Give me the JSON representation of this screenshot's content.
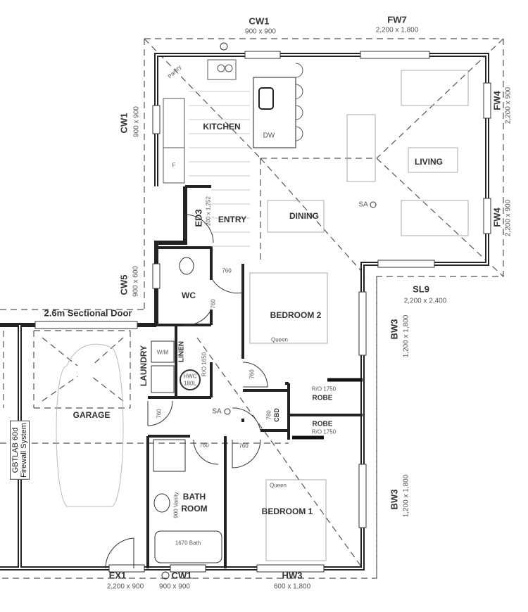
{
  "windows": {
    "cw1_top": {
      "code": "CW1",
      "size": "900 x 900"
    },
    "fw7": {
      "code": "FW7",
      "size": "2,200 x 1,800"
    },
    "cw1_left": {
      "code": "CW1",
      "size": "900 x 900"
    },
    "fw4_upper": {
      "code": "FW4",
      "size": "2,200 x 900"
    },
    "fw4_lower": {
      "code": "FW4",
      "size": "2,200 x 900"
    },
    "cw5": {
      "code": "CW5",
      "size": "900 x 600"
    },
    "sl9": {
      "code": "SL9",
      "size": "2,200 x 2,400"
    },
    "bw3_upper": {
      "code": "BW3",
      "size": "1,200 x 1,800"
    },
    "bw3_lower": {
      "code": "BW3",
      "size": "1,200 x 1,800"
    },
    "ex1": {
      "code": "EX1",
      "size": "2,200 x 900"
    },
    "cw1_bottom": {
      "code": "CW1",
      "size": "900 x 900"
    },
    "hw3": {
      "code": "HW3",
      "size": "600 x 1,800"
    },
    "ed3": {
      "code": "ED3",
      "size": "200 x 1,252"
    }
  },
  "rooms": {
    "kitchen": "KITCHEN",
    "living": "LIVING",
    "dining": "DINING",
    "entry": "ENTRY",
    "wc": "WC",
    "bedroom2": "BEDROOM 2",
    "bedroom1": "BEDROOM 1",
    "garage": "GARAGE",
    "laundry": "LAUNDRY",
    "linen": "LINEN",
    "robe_upper": "ROBE",
    "robe_lower": "ROBE",
    "bathroom_line1": "BATH",
    "bathroom_line2": "ROOM",
    "cbd": "CBD"
  },
  "annotations": {
    "sectional_door": "2.6m Sectional Door",
    "firewall_line1": "GBTLAB 60d",
    "firewall_line2": "Firewall System",
    "pantry": "Pantry",
    "dw": "DW",
    "fridge": "F",
    "sa_living": "SA",
    "sa_hall": "SA",
    "queen_bed2": "Queen",
    "queen_bed1": "Queen",
    "wm": "W/M",
    "hwc_line1": "HWC",
    "hwc_line2": "180L",
    "ro_1650": "R/O 1650",
    "ro_1750_upper": "R/O 1750",
    "ro_1750_lower": "R/O 1750",
    "bath": "1670 Bath",
    "vanity": "900 Vanity",
    "door_760_wc_entry": "760",
    "door_760_wc": "760",
    "door_760_bed2": "760",
    "door_760_laundry": "760",
    "door_780_cbd": "780",
    "door_760_bath": "760",
    "door_760_bed1": "760"
  }
}
